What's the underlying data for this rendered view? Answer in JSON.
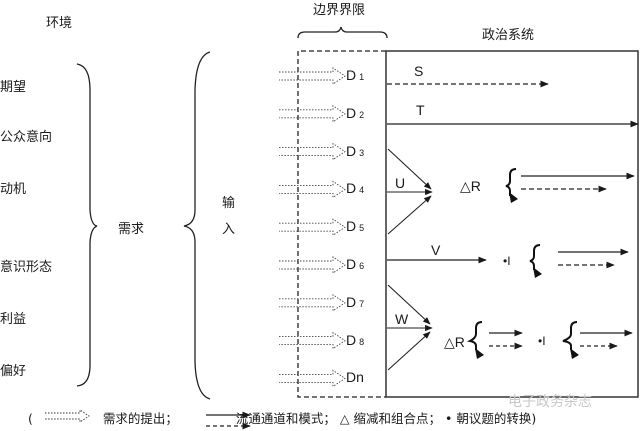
{
  "headings": {
    "environment": "环境",
    "boundary": "边界界限",
    "political_system": "政治系统"
  },
  "environment_items": [
    "期望",
    "公众意向",
    "动机",
    "意识形态",
    "利益",
    "偏好"
  ],
  "demand_label": "需求",
  "input_label": [
    "输",
    "入"
  ],
  "demands": [
    {
      "base": "D",
      "sub": "1"
    },
    {
      "base": "D",
      "sub": "2"
    },
    {
      "base": "D",
      "sub": "3"
    },
    {
      "base": "D",
      "sub": "4"
    },
    {
      "base": "D",
      "sub": "5"
    },
    {
      "base": "D",
      "sub": "6"
    },
    {
      "base": "D",
      "sub": "7"
    },
    {
      "base": "D",
      "sub": "8"
    },
    {
      "base": "Dn",
      "sub": ""
    }
  ],
  "channels": {
    "S": "S",
    "T": "T",
    "U": "U",
    "V": "V",
    "W": "W"
  },
  "reduction_label": "△R",
  "issue_label": "•I",
  "legend": {
    "open": "(",
    "demand_input": "需求的提出；",
    "channels": "流通通道和模式；",
    "reduction_symbol": "△",
    "reduction": "缩减和组合点；",
    "issue_symbol": "•",
    "issue": "朝议题的转换",
    "close": ")"
  },
  "watermark": "电子政务杂志"
}
